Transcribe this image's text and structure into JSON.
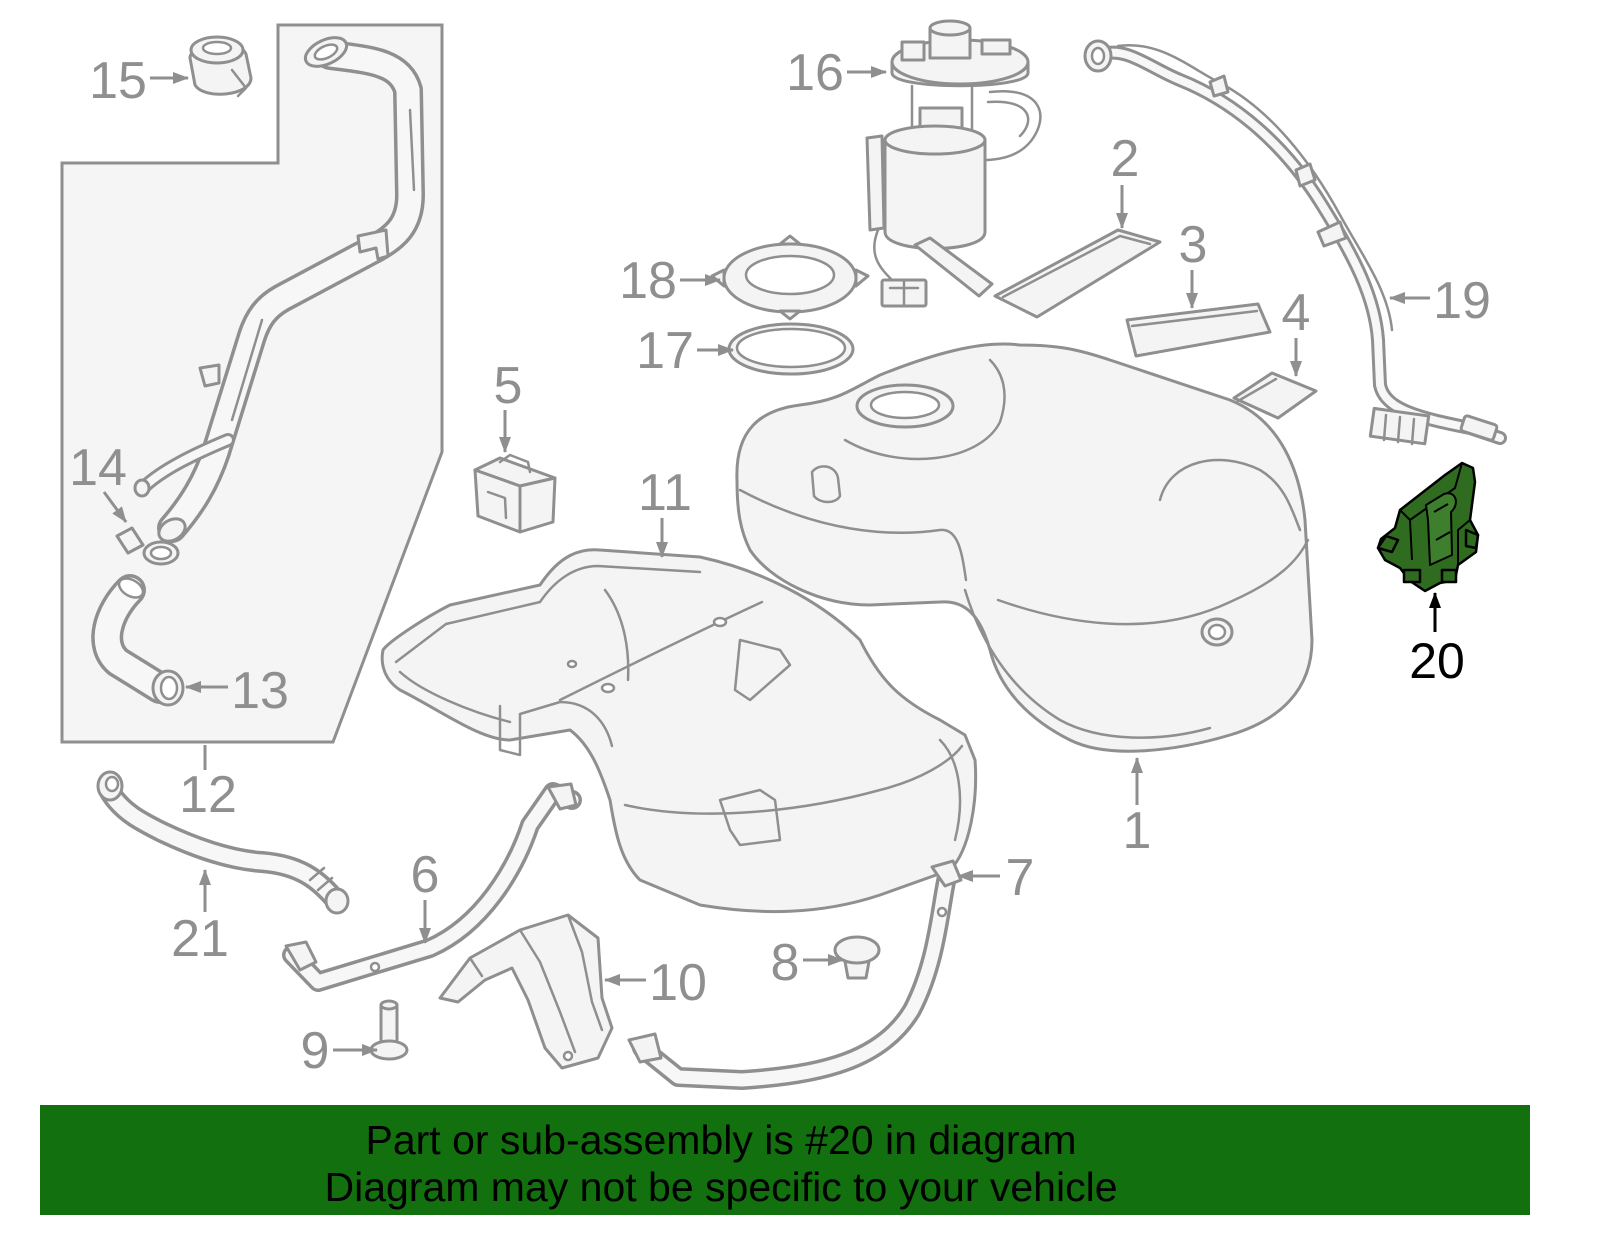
{
  "diagram": {
    "callout_labels": [
      "1",
      "2",
      "3",
      "4",
      "5",
      "6",
      "7",
      "8",
      "9",
      "10",
      "11",
      "12",
      "13",
      "14",
      "15",
      "16",
      "17",
      "18",
      "19",
      "20",
      "21"
    ]
  },
  "banner": {
    "line1": "Part or sub-assembly is #20 in diagram",
    "line2": "Diagram may not be specific to your vehicle"
  },
  "colors": {
    "line_art": "#8f8f8f",
    "highlight_part": "#2f6c20",
    "highlight_label": "#000000",
    "banner_background": "#12700e",
    "banner_text": "#000000"
  }
}
